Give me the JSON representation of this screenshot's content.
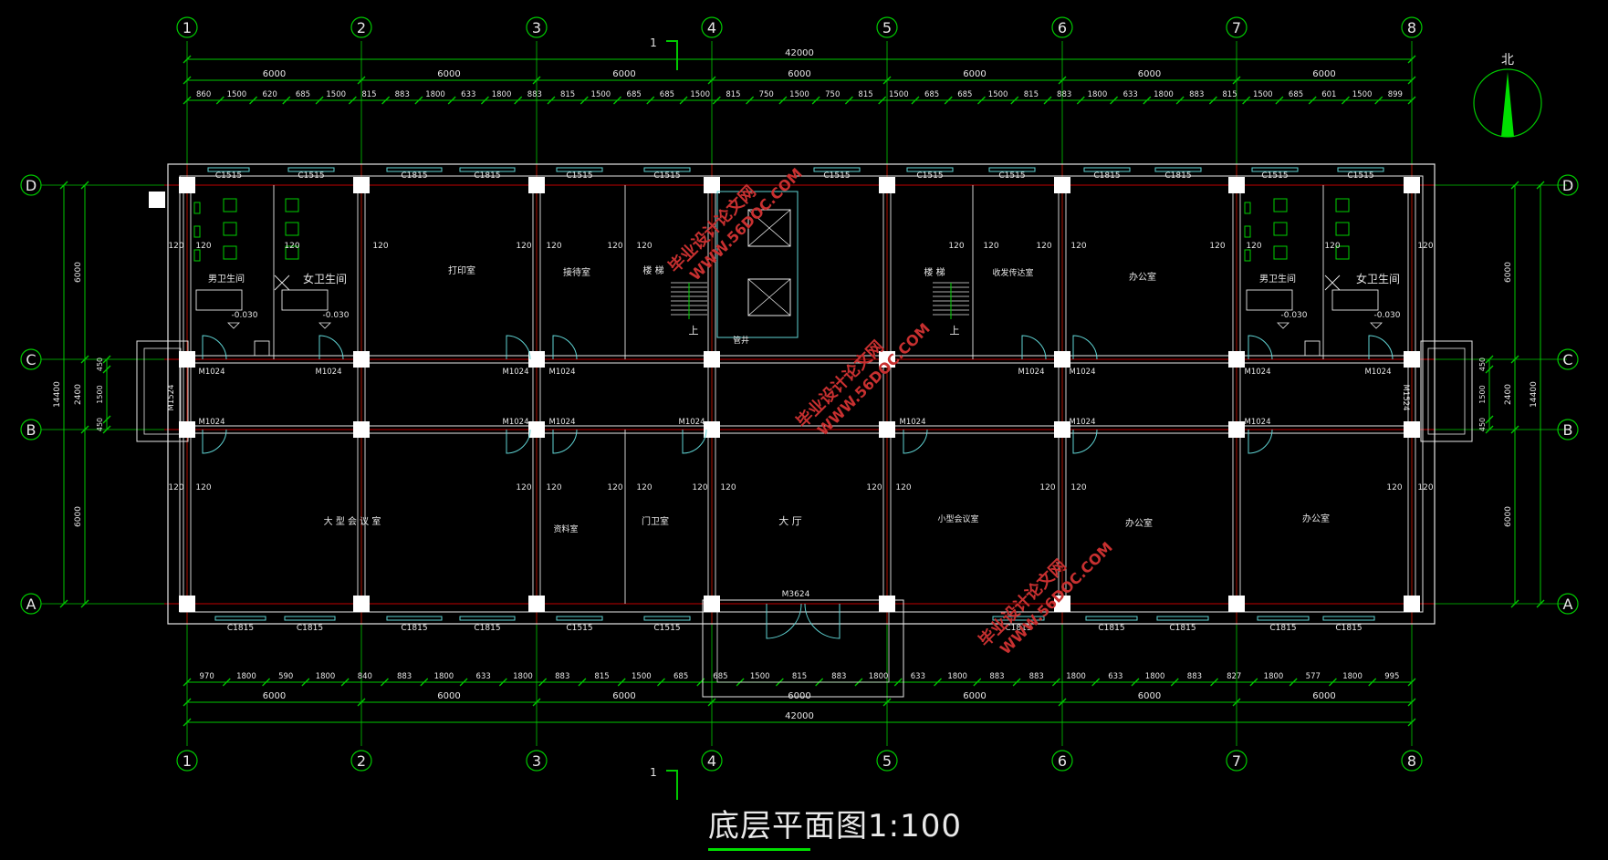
{
  "drawing": {
    "title": "底层平面图1:100",
    "north_label": "北"
  },
  "grid": {
    "columns": [
      "1",
      "2",
      "3",
      "4",
      "5",
      "6",
      "7",
      "8"
    ],
    "rows": [
      "D",
      "C",
      "B",
      "A"
    ]
  },
  "dimensions": {
    "total": "42000",
    "bays": [
      "6000",
      "6000",
      "6000",
      "6000",
      "6000",
      "6000",
      "6000"
    ],
    "top_detail": [
      "860",
      "1500",
      "620",
      "685",
      "1500",
      "815",
      "883",
      "1800",
      "633",
      "1800",
      "883",
      "815",
      "1500",
      "685",
      "685",
      "1500",
      "815",
      "750",
      "1500",
      "750",
      "815",
      "1500",
      "685",
      "685",
      "1500",
      "815",
      "883",
      "1800",
      "633",
      "1800",
      "883",
      "815",
      "1500",
      "685",
      "601",
      "1500",
      "899"
    ],
    "bottom_detail": [
      "970",
      "1800",
      "590",
      "1800",
      "840",
      "883",
      "1800",
      "633",
      "1800",
      "883",
      "815",
      "1500",
      "685",
      "685",
      "1500",
      "815",
      "883",
      "1800",
      "633",
      "1800",
      "883",
      "883",
      "1800",
      "633",
      "1800",
      "883",
      "827",
      "1800",
      "577",
      "1800",
      "995"
    ],
    "left_right": [
      "6000",
      "2400",
      "6000"
    ],
    "corridor": [
      "450",
      "1500",
      "450"
    ],
    "depth_total": "14400",
    "wall": "120"
  },
  "rooms": {
    "male_wc": "男卫生间",
    "female_wc": "女卫生间",
    "print_room": "打印室",
    "reception": "接待室",
    "stair_left": "楼 梯",
    "stair_right": "楼 梯",
    "shaft": "管井",
    "mail_room": "收发传达室",
    "office": "办公室",
    "large_meeting": "大 型 会 议 室",
    "archive": "资料室",
    "guard": "门卫室",
    "hall": "大 厅",
    "small_meeting": "小型会议室",
    "up": "上",
    "level": "-0.030"
  },
  "openings": {
    "window_1515": "C1515",
    "window_1815": "C1815",
    "door_1024": "M1024",
    "door_1524": "M1524",
    "door_3624": "M3624"
  },
  "section_marks": {
    "mark": "1"
  },
  "watermark": {
    "line1": "毕业设计论文网",
    "line2": "WWW.56DOC.COM"
  },
  "colors": {
    "dim_green": "#00c800",
    "wall_white": "#e6e6e6",
    "axis_red": "#c00000",
    "window_cyan": "#5fd3d3",
    "fixture_green": "#00d000",
    "watermark_red": "#c83030"
  }
}
